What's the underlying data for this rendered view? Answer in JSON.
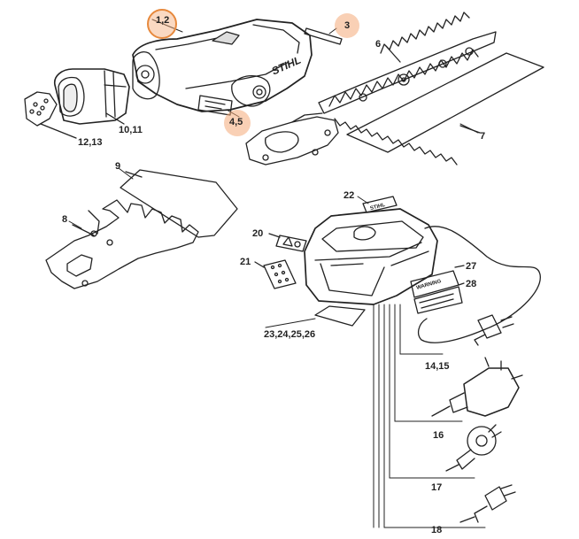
{
  "brand": "STIHL",
  "highlight_color": "#f4b080",
  "labels": {
    "p1_2": "1,2",
    "p3": "3",
    "p4_5": "4,5",
    "p6": "6",
    "p7": "7",
    "p8": "8",
    "p9": "9",
    "p10_11": "10,11",
    "p12_13": "12,13",
    "p14_15": "14,15",
    "p16": "16",
    "p17": "17",
    "p18": "18",
    "p20": "20",
    "p21": "21",
    "p22": "22",
    "p23_26": "23,24,25,26",
    "p27": "27",
    "p28": "28"
  },
  "charger": {
    "warning_text": "WARNING",
    "decal_text": "STIHL"
  },
  "highlighted": [
    "1,2",
    "3",
    "4,5"
  ]
}
